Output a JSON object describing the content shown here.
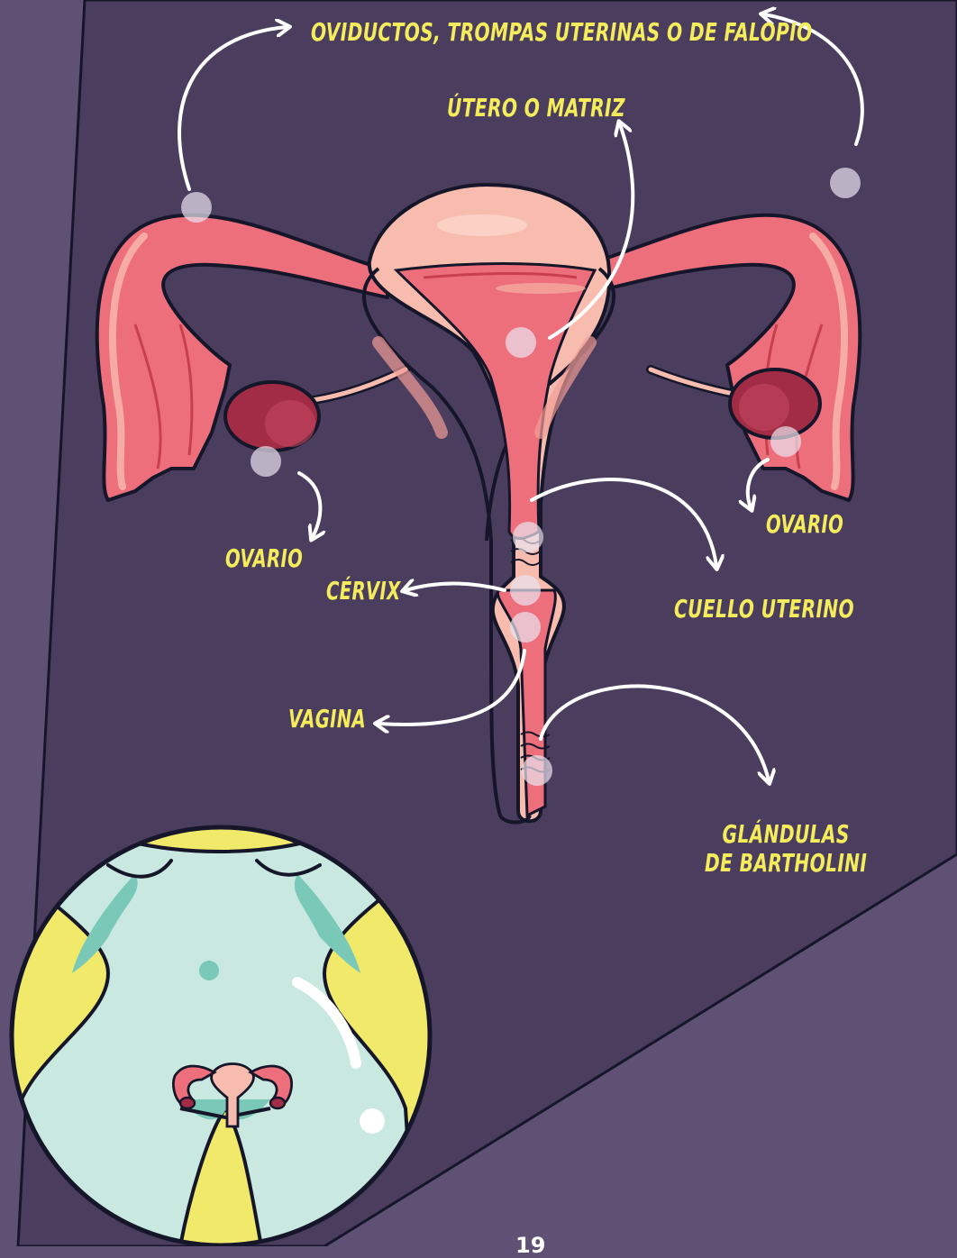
{
  "labels": {
    "oviductos": "OVIDUCTOS, TROMPAS UTERINAS O DE FALOPIO",
    "utero": "ÚTERO O MATRIZ",
    "ovario_left": "OVARIO",
    "ovario_right": "OVARIO",
    "cervix": "CÉRVIX",
    "cuello_uterino": "CUELLO UTERINO",
    "vagina": "VAGINA",
    "glandulas_line1": "GLÁNDULAS",
    "glandulas_line2": "DE BARTHOLINI"
  },
  "page_number": "19",
  "colors": {
    "background_outer": "#5f5174",
    "background_panel": "#4a3d5e",
    "label": "#f5ec5c",
    "uterus_light": "#f7bcae",
    "uterus_dark": "#ee6f7c",
    "ovary": "#a22c45",
    "outline": "#16162a",
    "circle_fill": "#f0e96a",
    "body_fill": "#c8e8e0",
    "body_shadow": "#79c8b8"
  }
}
